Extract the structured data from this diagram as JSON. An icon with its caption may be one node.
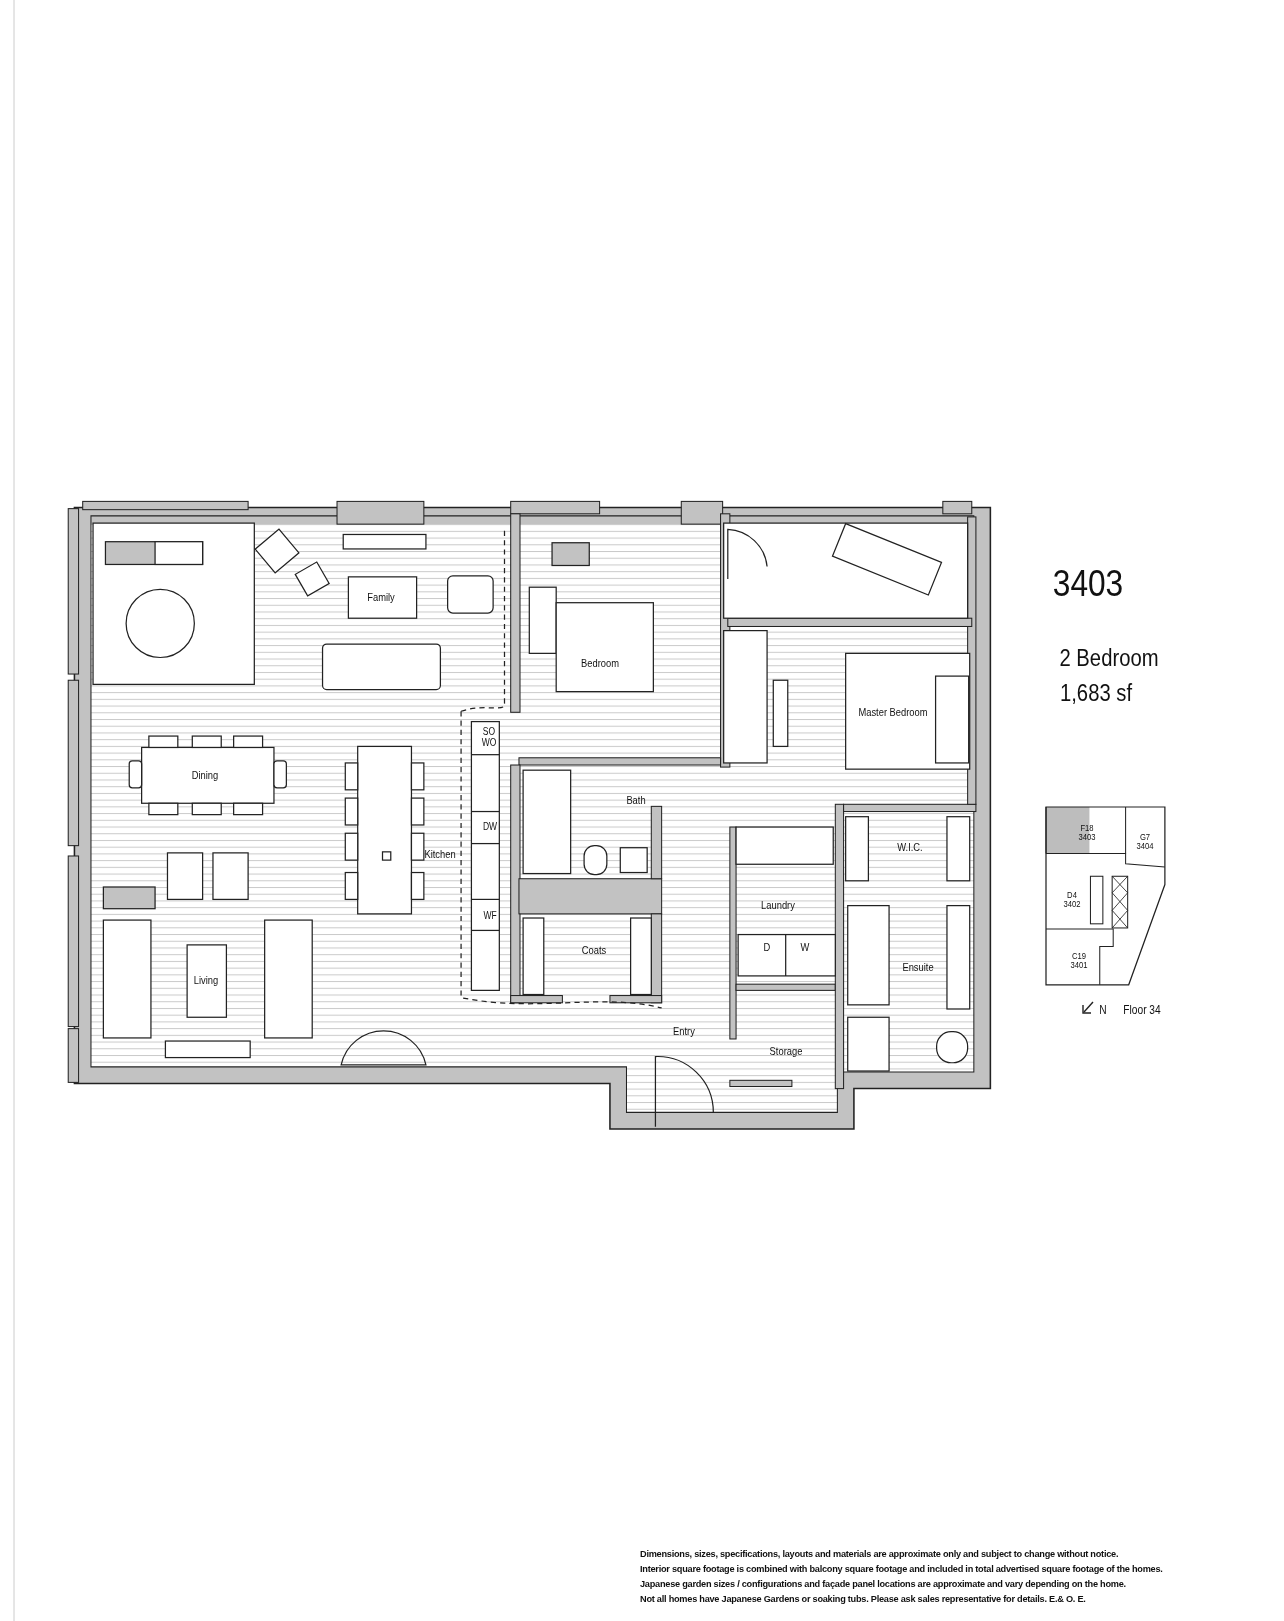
{
  "diagram": {
    "labels": [
      "3403",
      "2 Bedroom",
      "1,683 sf",
      "Family",
      "Bedroom",
      "Master Bedroom",
      "SO WO",
      "Dining",
      "Bath",
      "DW",
      "Kitchen",
      "W.I.C.",
      "Laundry",
      "WF",
      "D",
      "W",
      "Coats",
      "Ensuite",
      "Living",
      "Entry",
      "Storage",
      "F18 3403",
      "G7 3404",
      "D4 3402",
      "C19 3401",
      "N",
      "Floor 34",
      "Dimensions, sizes, specifications, layouts and materials are approximate only and subject to change without notice.",
      "Interior square footage is combined with balcony square footage and included in total advertised square footage of the homes.",
      "Japanese garden sizes / configurations and façade panel locations are approximate and vary depending on the home.",
      "Not all homes have Japanese Gardens or soaking tubs. Please ask sales representative for details. E.& O. E."
    ]
  }
}
